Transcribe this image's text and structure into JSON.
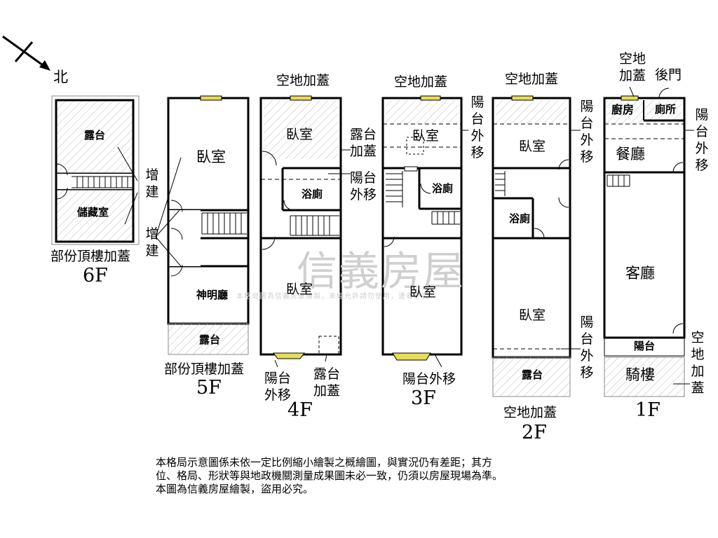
{
  "compass": {
    "north_label": "北"
  },
  "watermark": {
    "brand": "信義房屋",
    "sub": "本格局圖為信義房屋繪製，未經允許請勿使用，違者必究"
  },
  "floors": {
    "f6": {
      "floor_label": "6F",
      "caption": "部份頂樓加蓋",
      "rooms": {
        "terrace": "露台",
        "storage": "儲藏室"
      },
      "addition_top": "增建",
      "addition_bottom": "增建"
    },
    "f5": {
      "floor_label": "5F",
      "caption": "部份頂樓加蓋",
      "rooms": {
        "bedroom": "臥室",
        "shrine": "神明廳",
        "terrace": "露台"
      }
    },
    "f4": {
      "floor_label": "4F",
      "top_note": "空地加蓋",
      "rooms": {
        "bedroom_top": "臥室",
        "bath": "浴廁",
        "bedroom_bottom": "臥室"
      },
      "terrace_cover": "露台加蓋",
      "balcony_moved": "陽台外移",
      "bottom_left": "陽台外移",
      "bottom_right": "露台加蓋"
    },
    "f3": {
      "floor_label": "3F",
      "top_note": "空地加蓋",
      "rooms": {
        "bedroom_top": "臥室",
        "bath": "浴廁",
        "bedroom_bottom": "臥室"
      },
      "balcony_moved": "陽台外移",
      "bottom_note": "陽台外移"
    },
    "f2": {
      "floor_label": "2F",
      "top_note": "空地加蓋",
      "rooms": {
        "bedroom_top": "臥室",
        "bath": "浴廁",
        "bedroom_bottom": "臥室",
        "terrace": "露台"
      },
      "balcony_top": "陽台外移",
      "balcony_bottom": "陽台外移",
      "bottom_note": "空地加蓋"
    },
    "f1": {
      "floor_label": "1F",
      "top_note": "空地加蓋",
      "back_door": "後門",
      "rooms": {
        "kitchen": "廚房",
        "toilet": "廁所",
        "dining": "餐廳",
        "living": "客廳",
        "balcony": "陽台",
        "arcade": "騎樓"
      },
      "balcony_moved": "陽台外移",
      "right_note": "空地加蓋"
    }
  },
  "disclaimer": [
    "本格局示意圖係未依一定比例縮小繪製之概繪圖，與實況仍有差距；其方",
    "位、格局、形狀等與地政機關測量成果圖未必一致，仍須以房屋現場為準。",
    "本圖為信義房屋繪製，盜用必究。"
  ]
}
